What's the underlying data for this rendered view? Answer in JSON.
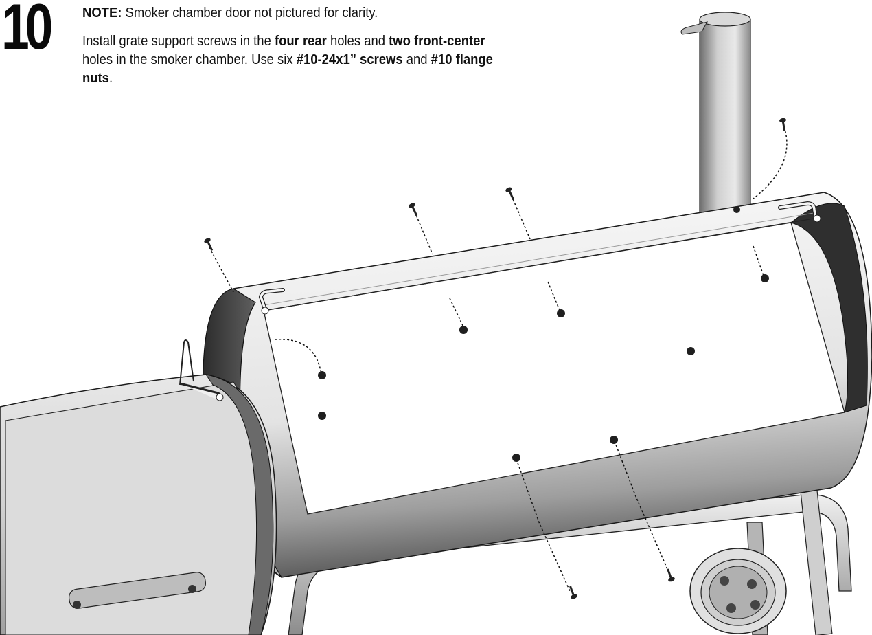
{
  "step": {
    "number": "10"
  },
  "note": {
    "label": "NOTE:",
    "text": " Smoker chamber door not pictured for clarity."
  },
  "instruction": {
    "t1": "Install grate support screws in the ",
    "b1": "four rear",
    "t2": " holes and ",
    "b2": "two front-center",
    "t3": " holes in the smoker chamber. Use six ",
    "b3": "#10-24x1” screws",
    "t4": " and ",
    "b4": "#10 flange nuts",
    "t5": "."
  },
  "colors": {
    "ink": "#0a0a0a",
    "metal_light": "#f4f4f4",
    "metal_mid": "#bdbdbd",
    "metal_dark": "#3a3a3a",
    "interior": "#ffffff"
  },
  "icons": {
    "screw": "screw-icon",
    "flange_nut": "flange-nut-icon"
  }
}
